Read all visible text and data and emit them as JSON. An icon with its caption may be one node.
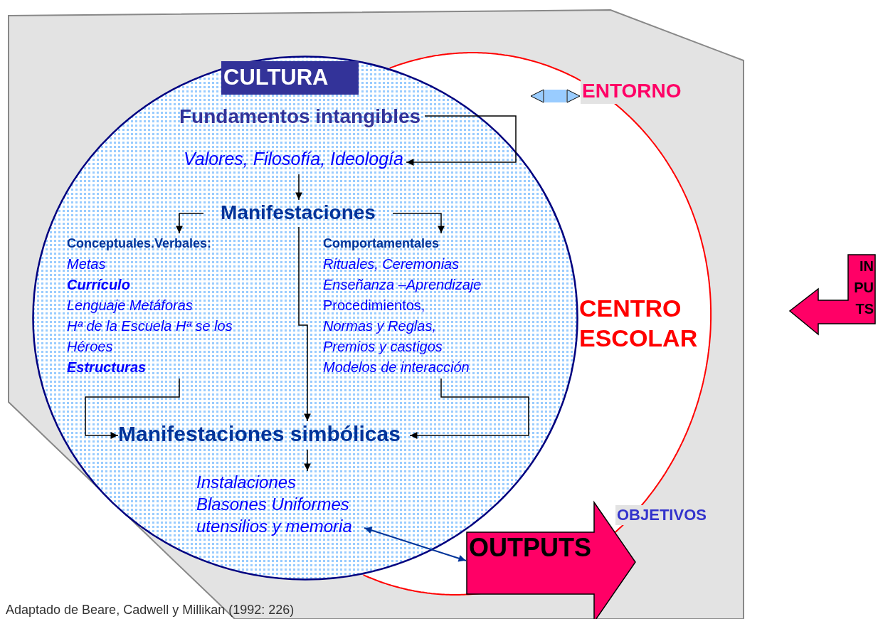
{
  "diagram": {
    "caption": "Adaptado de Beare, Cadwell y Millikan (1992: 226)",
    "nodes": [
      {
        "text": [
          "CULTURA"
        ]
      },
      {
        "text": [
          "Fundamentos intangibles"
        ],
        "in": 0
      },
      {
        "text": [
          "Valores, Filosofía, Ideología"
        ],
        "in": 0
      },
      {
        "text": [
          "Manifestaciones"
        ],
        "in": 0
      },
      {
        "text": [
          "Conceptuales.Verbales:",
          "Metas",
          "Currículo",
          "Lenguaje Metáforas",
          "Hª de la Escuela Hª se los Héroes",
          "Estructuras"
        ],
        "in": 0
      },
      {
        "text": [
          "Comportamentales",
          "Rituales, Ceremonias",
          "Enseñanza –Aprendizaje",
          "Procedimientos,",
          "Normas y Reglas,",
          "Premios y castigos",
          "Modelos de interacción"
        ],
        "in": 0
      },
      {
        "text": [
          "Manifestaciones simbólicas"
        ],
        "in": 0
      },
      {
        "text": [
          "Instalaciones",
          "Blasones Uniformes",
          "utensilios y memoria"
        ],
        "in": 0
      },
      {
        "text": [
          "CENTRO ESCOLAR"
        ]
      },
      {
        "text": [
          "ENTORNO"
        ]
      },
      {
        "text": [
          "IN PU TS"
        ]
      },
      {
        "text": [
          "OUTPUTS"
        ]
      }
    ],
    "edges": [
      {
        "from": 1,
        "to": 2,
        "arrow": "to"
      },
      {
        "from": 2,
        "to": 3,
        "arrow": "to"
      },
      {
        "from": 3,
        "to": 4,
        "arrow": "to"
      },
      {
        "from": 3,
        "to": 5,
        "arrow": "to"
      },
      {
        "from": 3,
        "to": 6,
        "arrow": "to"
      },
      {
        "from": 4,
        "to": 6,
        "arrow": "to"
      },
      {
        "from": 5,
        "to": 6,
        "arrow": "to"
      },
      {
        "from": 6,
        "to": 7,
        "arrow": "to"
      },
      {
        "from": 7,
        "to": 11,
        "arrow": "both",
        "color": "#003399"
      },
      {
        "from": null,
        "to": 9,
        "arrow": "both",
        "style": "thick",
        "color": "#99ccff"
      }
    ],
    "labels": [
      "OBJETIVOS"
    ]
  }
}
